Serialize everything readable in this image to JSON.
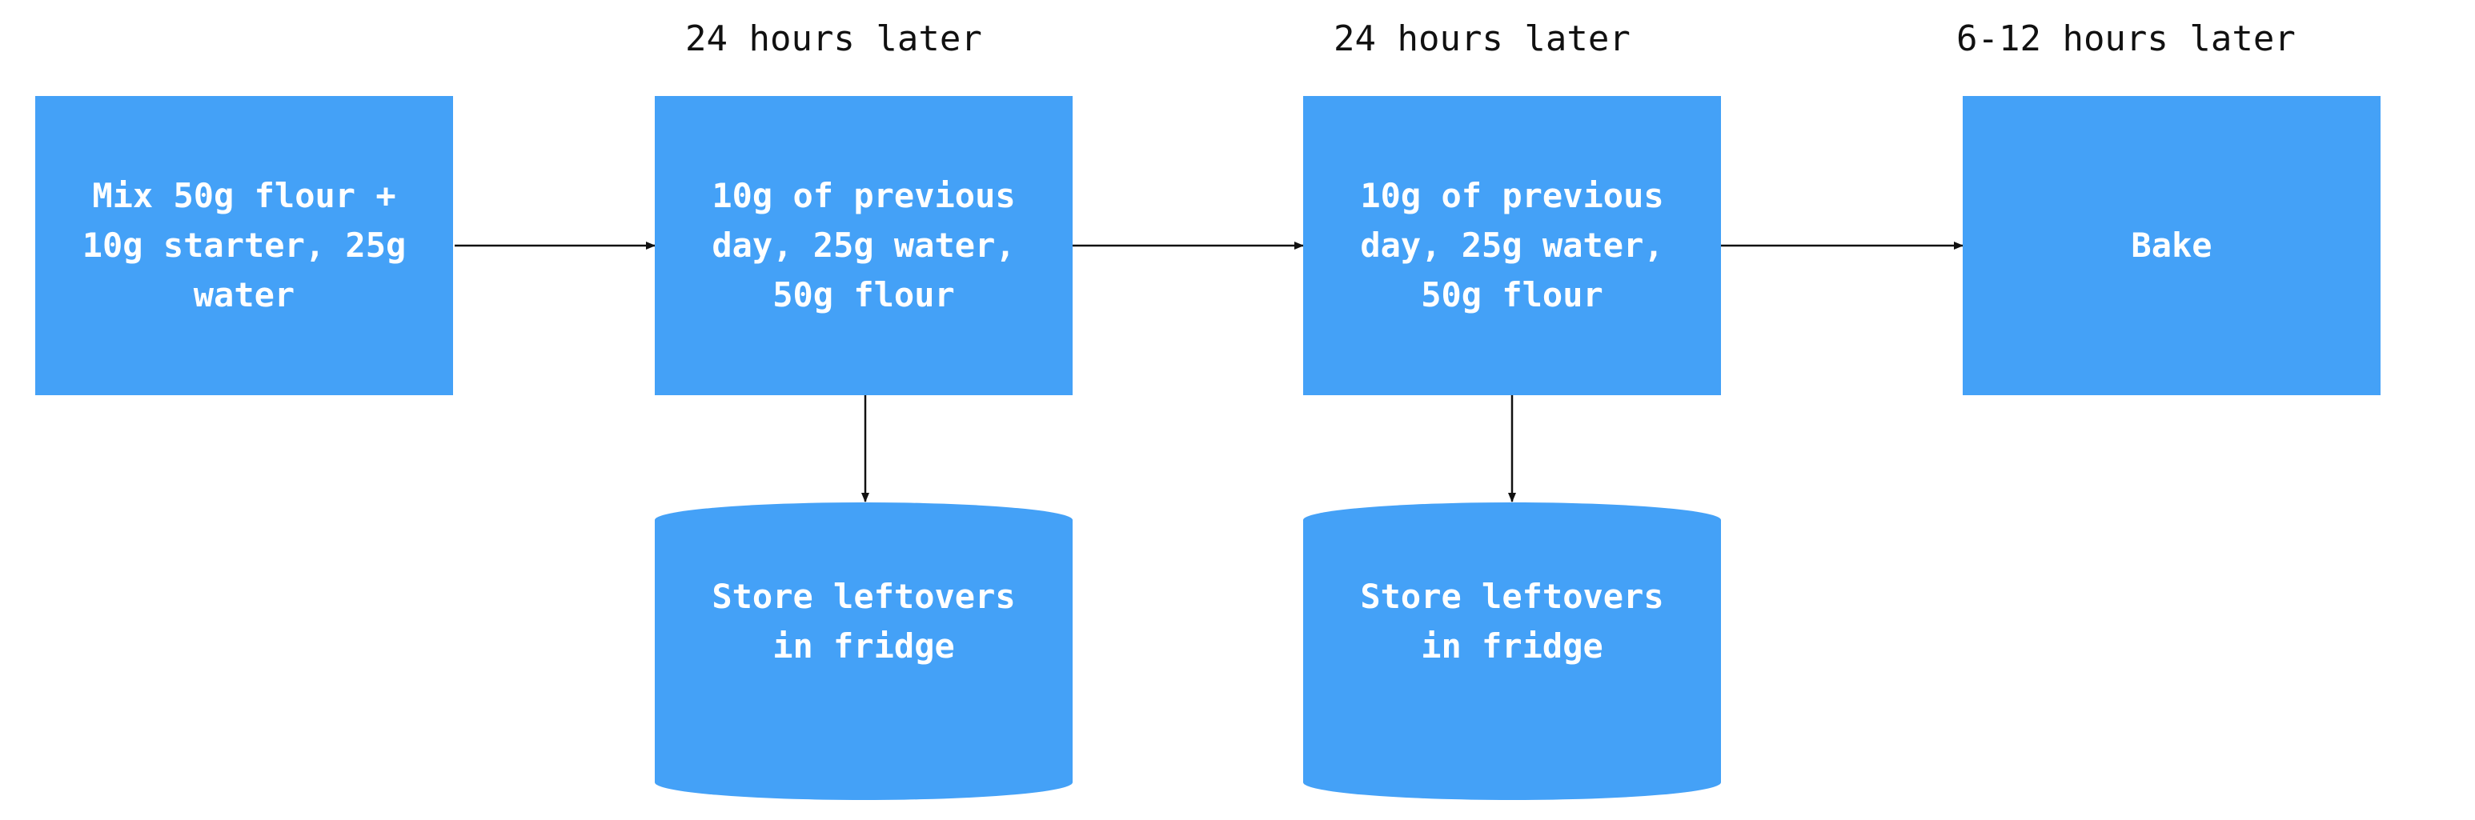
{
  "diagram": {
    "time_labels": [
      "24 hours later",
      "24 hours later",
      "6-12 hours later"
    ],
    "steps": [
      "Mix 50g flour +\n10g starter, 25g\nwater",
      "10g of previous\nday, 25g water,\n50g flour",
      "10g of previous\nday, 25g water,\n50g flour",
      "Bake"
    ],
    "stores": [
      "Store leftovers\nin fridge",
      "Store leftovers\nin fridge"
    ],
    "colors": {
      "node_fill": "#44a1f7",
      "node_text": "#ffffff",
      "arrow": "#111111",
      "label_text": "#111111"
    }
  }
}
